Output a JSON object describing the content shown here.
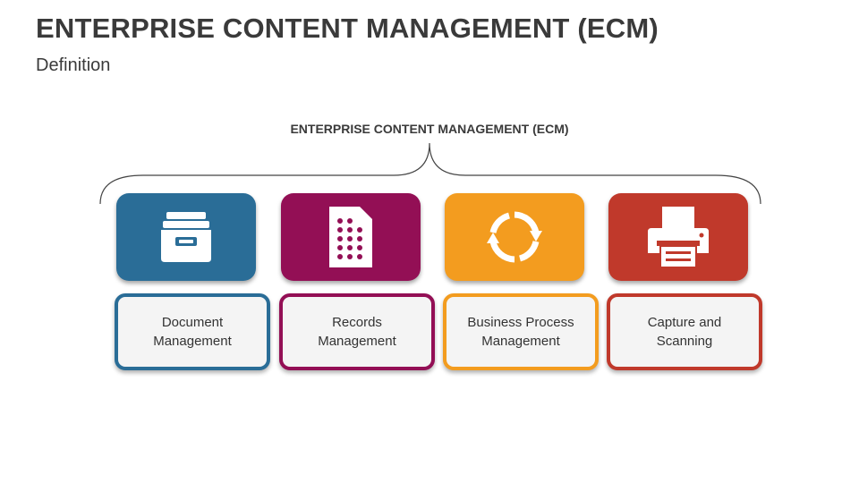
{
  "slide": {
    "title": "ENTERPRISE CONTENT MANAGEMENT (ECM)",
    "subtitle": "Definition"
  },
  "diagram": {
    "heading": "ENTERPRISE CONTENT MANAGEMENT (ECM)",
    "items": [
      {
        "label_line1": "Document",
        "label_line2": "Management",
        "color": "#2a6d97",
        "icon": "file-drawer-icon"
      },
      {
        "label_line1": "Records",
        "label_line2": "Management",
        "color": "#930f55",
        "icon": "records-document-icon"
      },
      {
        "label_line1": "Business Process",
        "label_line2": "Management",
        "color": "#f39c1f",
        "icon": "refresh-cycle-icon"
      },
      {
        "label_line1": "Capture and",
        "label_line2": "Scanning",
        "color": "#c0392b",
        "icon": "printer-scanner-icon"
      }
    ]
  }
}
